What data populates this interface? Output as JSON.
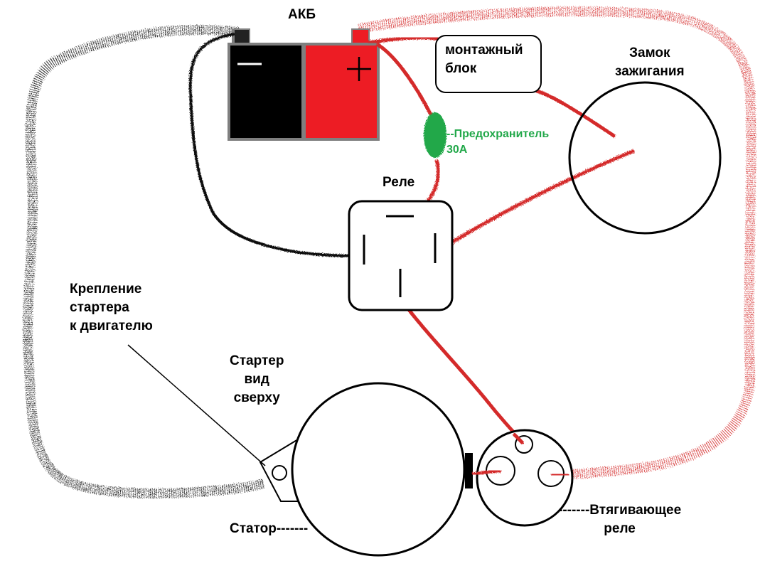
{
  "title": "АКБ",
  "labels": {
    "battery_minus": "—",
    "battery_plus": "+",
    "mount_block": "монтажный\nблок",
    "ignition": "Замок\nзажигания",
    "fuse": "--Предохранитель\n30А",
    "relay": "Реле",
    "mount": "Крепление\nстартера\nк двигателю",
    "starter": "Стартер\nвид\nсверху",
    "stator": "Статор-------",
    "solenoid": "-------Втягивающее\nреле"
  },
  "colors": {
    "black_wire": "#111111",
    "red_wire": "#d42a2a",
    "battery_red": "#ed1c24",
    "battery_black": "#000000",
    "battery_frame": "#7f7f7f",
    "fuse": "#22a84a"
  }
}
